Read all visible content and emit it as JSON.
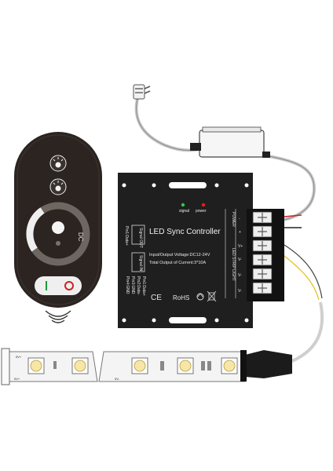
{
  "controller": {
    "signal_label": "signal",
    "power_label": "power",
    "title": "LED Sync Controller",
    "spec_input": "Input/Output Voltage:DC12-24V",
    "spec_output": "Total Output of Current:3*10A",
    "marks": [
      "CE",
      "RoHS"
    ],
    "signal_out_label": "Signal OUT",
    "signal_in_label": "Signal IN",
    "pin_labels": [
      "Pin1:Data+",
      "Pin2:Data-",
      "Pin3:GND",
      "Pin4:GND"
    ],
    "side_power_label": "POWER",
    "side_strip_label": "LED STRIP LIGHT",
    "terminal_labels": [
      "-",
      "+",
      "V+",
      "V-",
      "V-",
      "V-"
    ],
    "status_colors": {
      "signal_led": "#2ecc40",
      "power_led": "#e02020"
    }
  },
  "remote": {
    "logo_text": "DC",
    "body_color": "#2b2421"
  },
  "strip": {
    "pad_labels": [
      "0V+",
      "0V-",
      "0V+"
    ],
    "led_color": "#f6e7a8"
  },
  "icons": [
    "plug-icon",
    "brightness-up-icon",
    "brightness-down-icon",
    "touch-wheel-icon",
    "power-toggle-icon",
    "wireless-signal-icon",
    "recycle-icon",
    "weee-bin-icon"
  ]
}
